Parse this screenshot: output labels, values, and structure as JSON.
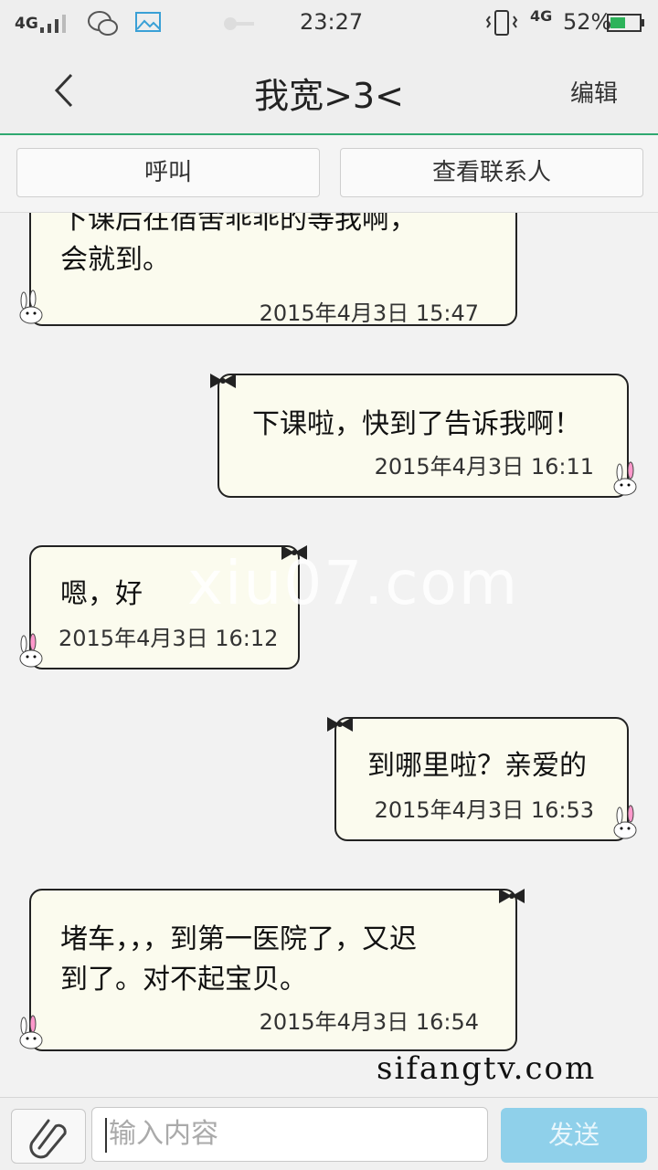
{
  "status_bar": {
    "network_left": "4G",
    "time": "23:27",
    "network_right": "4G",
    "battery": "52%"
  },
  "header": {
    "title": "我宽>3<",
    "edit_label": "编辑"
  },
  "actions": {
    "call_label": "呼叫",
    "view_contact_label": "查看联系人"
  },
  "messages": [
    {
      "side": "left",
      "lines": [
        "下课后在宿舍乖乖的等我啊，",
        "会就到。"
      ],
      "time": "2015年4月3日 15:47"
    },
    {
      "side": "right",
      "lines": [
        "下课啦，快到了告诉我啊！"
      ],
      "time": "2015年4月3日 16:11"
    },
    {
      "side": "left",
      "lines": [
        "嗯，好"
      ],
      "time": "2015年4月3日 16:12"
    },
    {
      "side": "right",
      "lines": [
        "到哪里啦？亲爱的"
      ],
      "time": "2015年4月3日 16:53"
    },
    {
      "side": "left",
      "lines": [
        "堵车，，，到第一医院了，又迟",
        "到了。对不起宝贝。"
      ],
      "time": "2015年4月3日 16:54"
    }
  ],
  "watermarks": [
    "xiu07.com",
    "sifangtv.com"
  ],
  "input": {
    "placeholder": "输入内容",
    "send_label": "发送"
  }
}
